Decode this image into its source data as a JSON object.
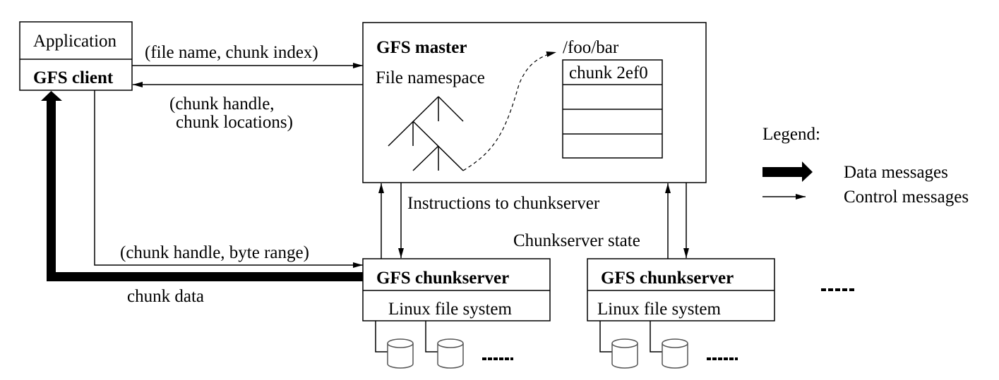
{
  "client": {
    "application": "Application",
    "gfs_client": "GFS client"
  },
  "master": {
    "title": "GFS master",
    "namespace_label": "File namespace",
    "file_path": "/foo/bar",
    "chunk_entry": "chunk 2ef0"
  },
  "messages": {
    "request": "(file name, chunk index)",
    "reply_line1": "(chunk handle,",
    "reply_line2": "chunk locations)",
    "read_request": "(chunk handle, byte range)",
    "chunk_data": "chunk data",
    "instructions": "Instructions to chunkserver",
    "state": "Chunkserver state"
  },
  "chunkservers": [
    {
      "title": "GFS chunkserver",
      "fs": "Linux file system"
    },
    {
      "title": "GFS chunkserver",
      "fs": "Linux file system"
    }
  ],
  "legend": {
    "title": "Legend:",
    "data": "Data messages",
    "control": "Control messages"
  },
  "colors": {
    "stroke": "#000000",
    "background": "#ffffff"
  }
}
